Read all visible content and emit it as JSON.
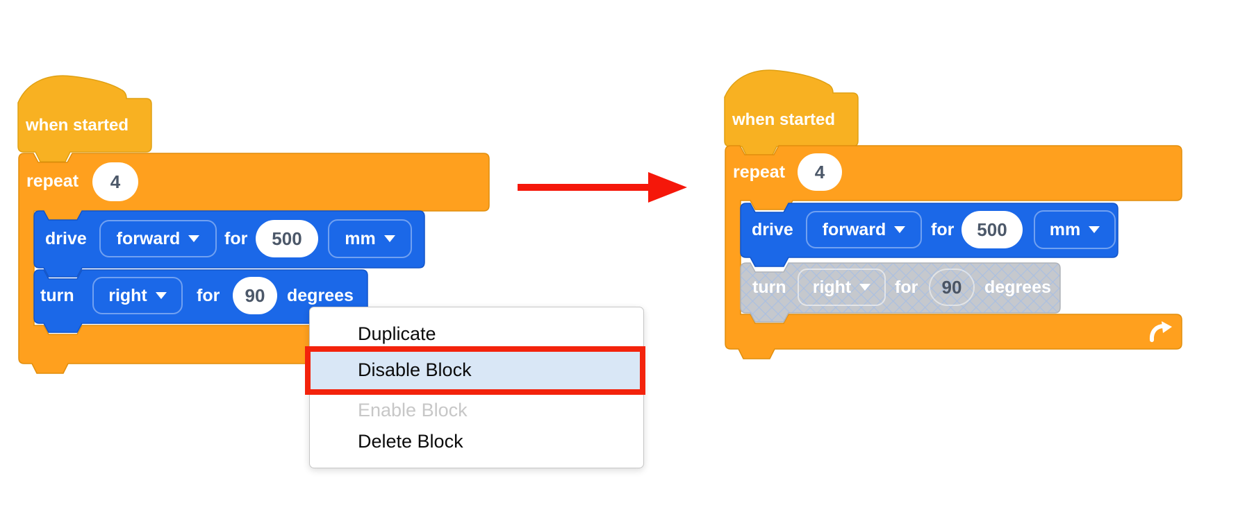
{
  "before": {
    "hat": {
      "label": "when started"
    },
    "repeat": {
      "label": "repeat",
      "count": "4"
    },
    "drive": {
      "label": "drive",
      "direction": "forward",
      "for": "for",
      "distance": "500",
      "unit": "mm"
    },
    "turn": {
      "label": "turn",
      "direction": "right",
      "for": "for",
      "angle": "90",
      "unit": "degrees"
    }
  },
  "after": {
    "hat": {
      "label": "when started"
    },
    "repeat": {
      "label": "repeat",
      "count": "4"
    },
    "drive": {
      "label": "drive",
      "direction": "forward",
      "for": "for",
      "distance": "500",
      "unit": "mm"
    },
    "turn": {
      "label": "turn",
      "direction": "right",
      "for": "for",
      "angle": "90",
      "unit": "degrees",
      "state": "disabled"
    }
  },
  "context_menu": {
    "items": [
      {
        "label": "Duplicate",
        "state": "normal"
      },
      {
        "label": "Disable Block",
        "state": "selected"
      },
      {
        "label": "Enable Block",
        "state": "disabled"
      },
      {
        "label": "Delete Block",
        "state": "normal"
      }
    ]
  },
  "icons": {
    "dropdown_arrow": "triangle-down",
    "loop_arrow": "curved-arrow-up-right",
    "transform_arrow": "red-arrow-right"
  },
  "colors": {
    "hat_gold": "#F8B122",
    "control_orange": "#FFA01E",
    "motion_blue": "#1B68E8",
    "disabled_gray": "#C5C8CD",
    "crosshatch_line": "#A9BFE2",
    "menu_highlight_bg": "#D9E7F6",
    "menu_highlight_border": "#F3230C",
    "arrow_red": "#F5170A",
    "value_text": "#4C5869"
  }
}
